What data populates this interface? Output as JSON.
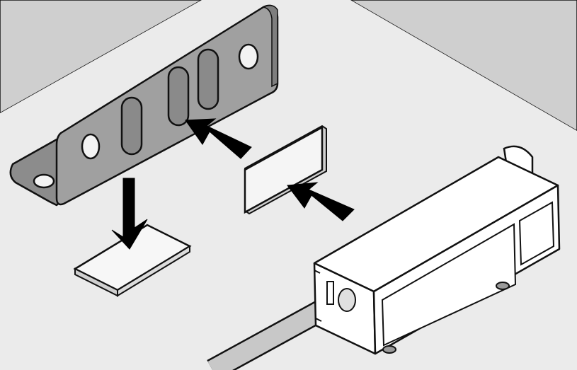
{
  "colors": {
    "wall": "#cfcfcf",
    "floor": "#ebebeb",
    "bracket": "#9a9a9a",
    "bracket_edge": "#7e7e7e",
    "outline": "#111111",
    "pad": "#f5f5f5",
    "sensor_body": "#ffffff",
    "cable": "#c8c8c8",
    "arrow": "#000000"
  },
  "parts": {
    "bracket": "mounting-bracket",
    "pad_horizontal": "adhesive-pad-floor",
    "pad_vertical": "adhesive-pad-wall",
    "sensor": "sensor-housing",
    "cable": "sensor-cable"
  },
  "arrows": [
    "down-into-floor-pad",
    "into-bracket",
    "into-wall-pad"
  ]
}
